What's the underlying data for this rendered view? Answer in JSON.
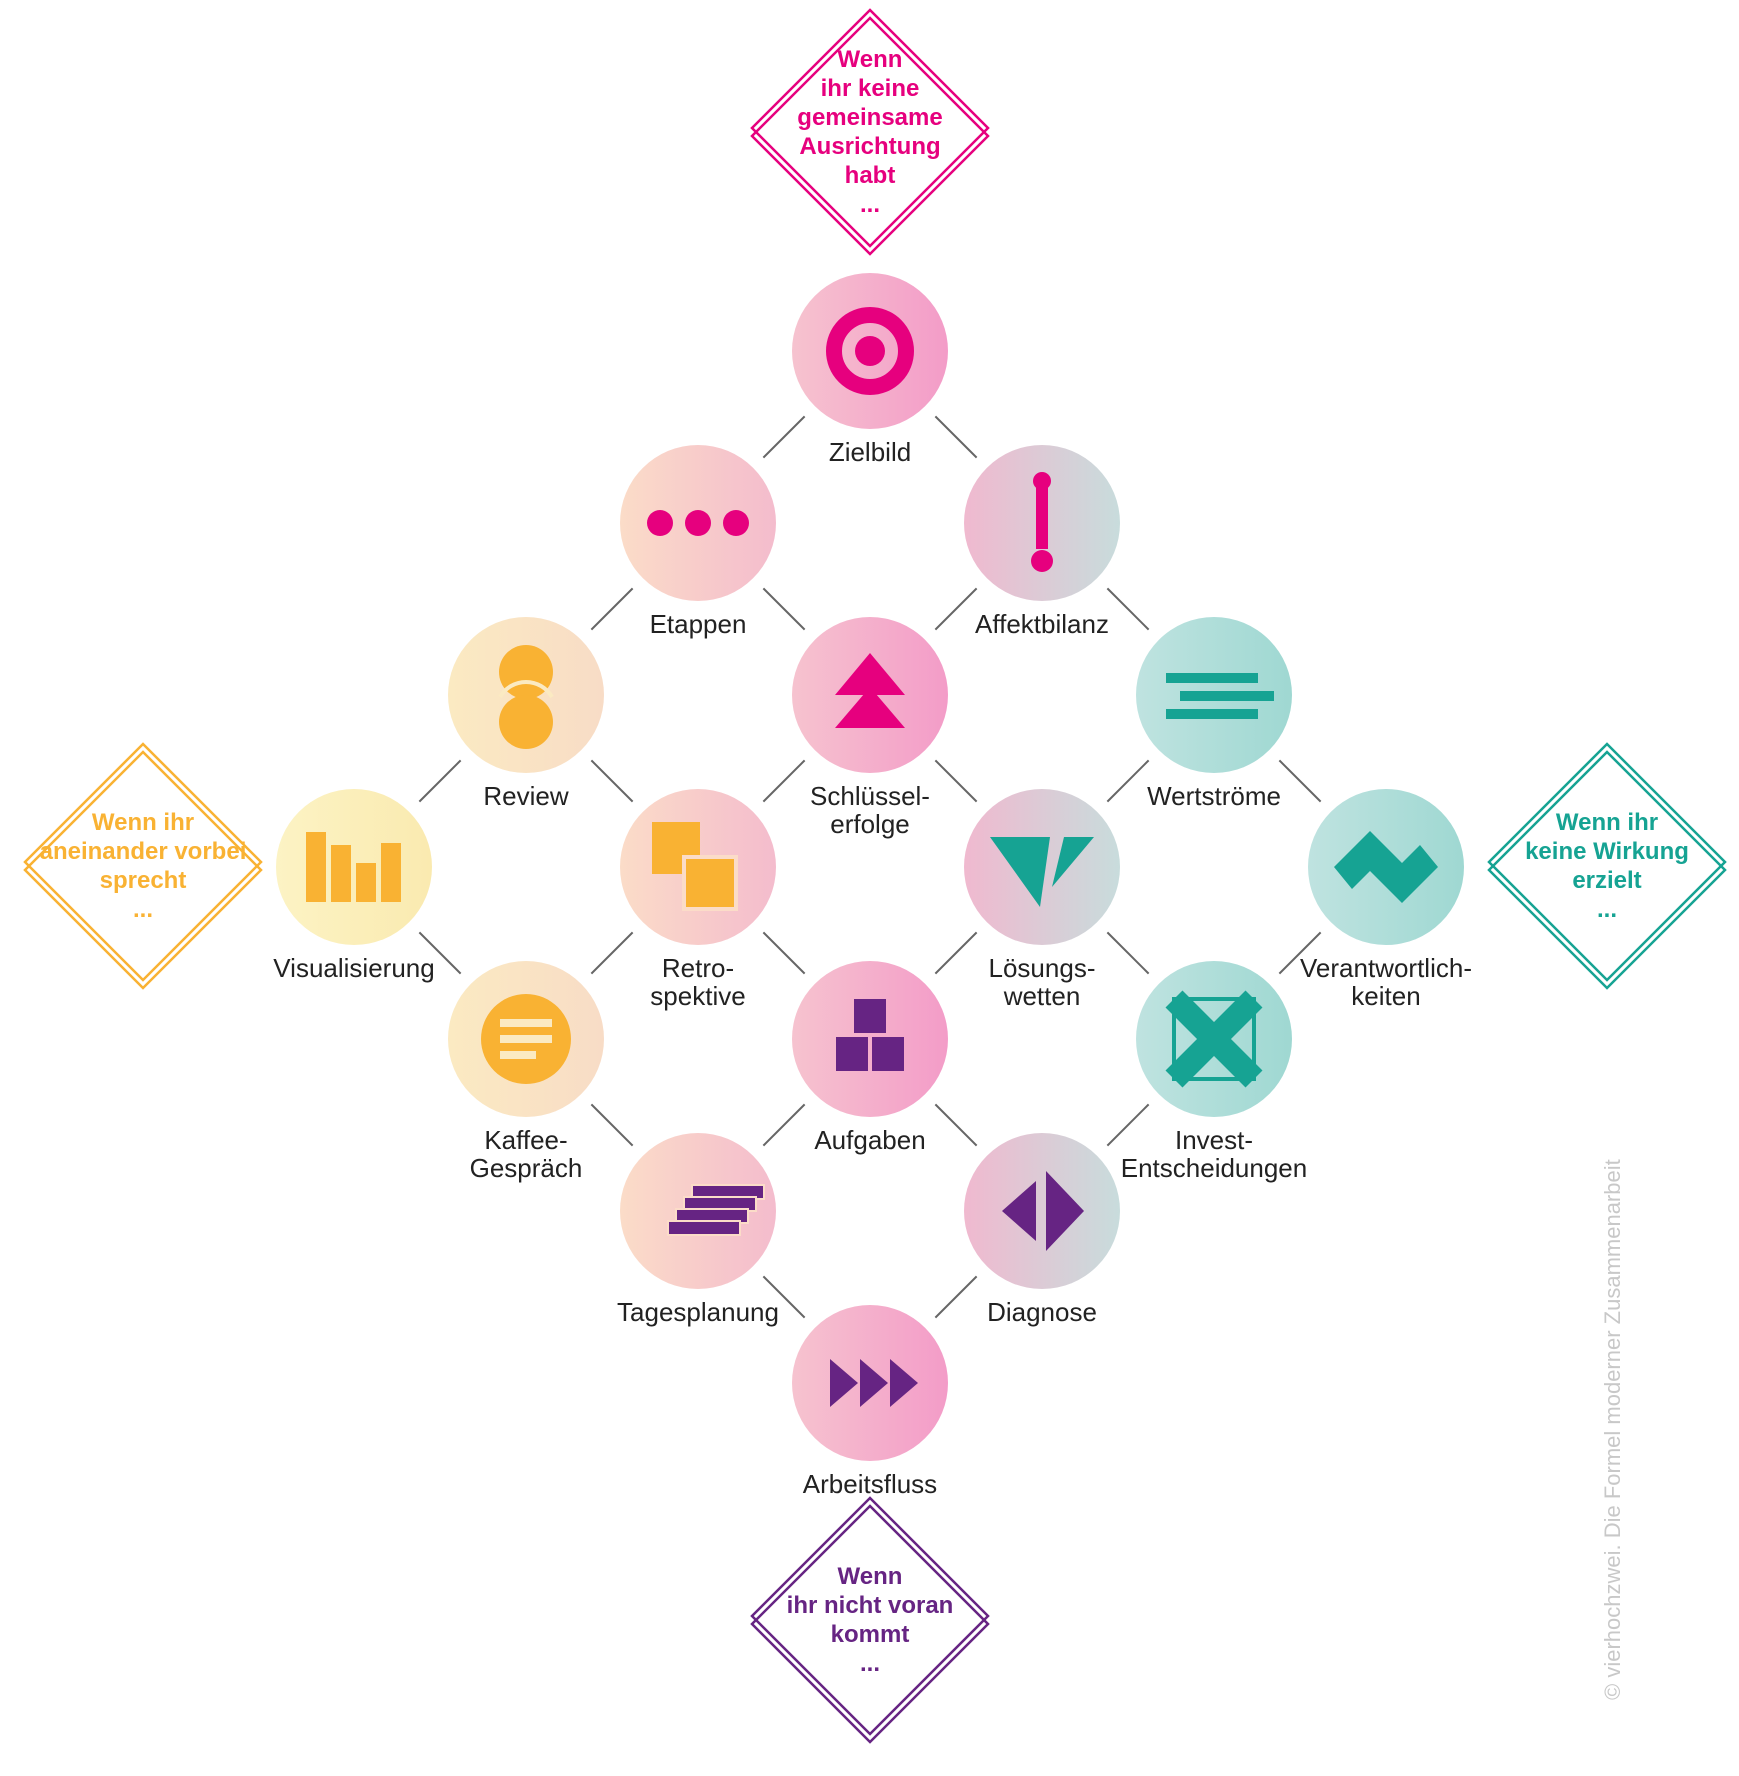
{
  "diamonds": {
    "top": {
      "lines": [
        "Wenn",
        "ihr keine",
        "gemeinsame",
        "Ausrichtung",
        "habt",
        "..."
      ],
      "color": "#e6007e"
    },
    "left": {
      "lines": [
        "Wenn ihr",
        "aneinander vorbei",
        "sprecht",
        "..."
      ],
      "color": "#f9b233"
    },
    "right": {
      "lines": [
        "Wenn ihr",
        "keine Wirkung",
        "erzielt",
        "..."
      ],
      "color": "#16a393"
    },
    "bottom": {
      "lines": [
        "Wenn",
        "ihr nicht voran",
        "kommt",
        "..."
      ],
      "color": "#662483"
    }
  },
  "nodes": [
    {
      "id": "zielbild",
      "lines": [
        "Zielbild"
      ],
      "icon": "target-icon",
      "grad": [
        "#f6c3cf",
        "#f39cc8"
      ],
      "icon_color": "#e6007e"
    },
    {
      "id": "etappen",
      "lines": [
        "Etappen"
      ],
      "icon": "three-dots-icon",
      "grad": [
        "#fbdcc8",
        "#f4bccd"
      ],
      "icon_color": "#e6007e"
    },
    {
      "id": "affektbilanz",
      "lines": [
        "Affektbilanz"
      ],
      "icon": "exclamation-icon",
      "grad": [
        "#f0b9cf",
        "#c8dcdc"
      ],
      "icon_color": "#e6007e"
    },
    {
      "id": "review",
      "lines": [
        "Review"
      ],
      "icon": "two-circles-icon",
      "grad": [
        "#fbeac2",
        "#f8dcc6"
      ],
      "icon_color": "#f9b233"
    },
    {
      "id": "schluesselerfolge",
      "lines": [
        "Schlüssel-",
        "erfolge"
      ],
      "icon": "double-up-icon",
      "grad": [
        "#f6c3cf",
        "#f39cc8"
      ],
      "icon_color": "#e6007e"
    },
    {
      "id": "wertstroeme",
      "lines": [
        "Wertströme"
      ],
      "icon": "stream-lines-icon",
      "grad": [
        "#bfe3e0",
        "#9fd8d2"
      ],
      "icon_color": "#16a393"
    },
    {
      "id": "visualisierung",
      "lines": [
        "Visualisierung"
      ],
      "icon": "bar-chart-icon",
      "grad": [
        "#fcf3c4",
        "#faeab0"
      ],
      "icon_color": "#f9b233"
    },
    {
      "id": "retrospektive",
      "lines": [
        "Retro-",
        "spektive"
      ],
      "icon": "squares-icon",
      "grad": [
        "#fbdcc8",
        "#f4bccd"
      ],
      "icon_color": "#f9b233"
    },
    {
      "id": "loesungswetten",
      "lines": [
        "Lösungs-",
        "wetten"
      ],
      "icon": "triangle-icon",
      "grad": [
        "#f0b9cf",
        "#c8dcdc"
      ],
      "icon_color": "#16a393"
    },
    {
      "id": "verantwortlichkeiten",
      "lines": [
        "Verantwortlich-",
        "keiten"
      ],
      "icon": "diamond-open-icon",
      "grad": [
        "#bfe3e0",
        "#9fd8d2"
      ],
      "icon_color": "#16a393"
    },
    {
      "id": "kaffeegespraech",
      "lines": [
        "Kaffee-",
        "Gespräch"
      ],
      "icon": "chat-lines-icon",
      "grad": [
        "#fbeac2",
        "#f8dcc6"
      ],
      "icon_color": "#f9b233"
    },
    {
      "id": "aufgaben",
      "lines": [
        "Aufgaben"
      ],
      "icon": "boxes-icon",
      "grad": [
        "#f6c3cf",
        "#f39cc8"
      ],
      "icon_color": "#662483"
    },
    {
      "id": "investentscheidungen",
      "lines": [
        "Invest-",
        "Entscheidungen"
      ],
      "icon": "x-cross-icon",
      "grad": [
        "#bfe3e0",
        "#9fd8d2"
      ],
      "icon_color": "#16a393"
    },
    {
      "id": "tagesplanung",
      "lines": [
        "Tagesplanung"
      ],
      "icon": "stacked-bars-icon",
      "grad": [
        "#fbdcc8",
        "#f4bccd"
      ],
      "icon_color": "#662483"
    },
    {
      "id": "diagnose",
      "lines": [
        "Diagnose"
      ],
      "icon": "split-diamond-icon",
      "grad": [
        "#f0b9cf",
        "#c8dcdc"
      ],
      "icon_color": "#662483"
    },
    {
      "id": "arbeitsfluss",
      "lines": [
        "Arbeitsfluss"
      ],
      "icon": "fast-forward-icon",
      "grad": [
        "#f6c3cf",
        "#f39cc8"
      ],
      "icon_color": "#662483"
    }
  ],
  "copyright": "© vierhochzwei. Die Formel moderner Zusammenarbeit"
}
